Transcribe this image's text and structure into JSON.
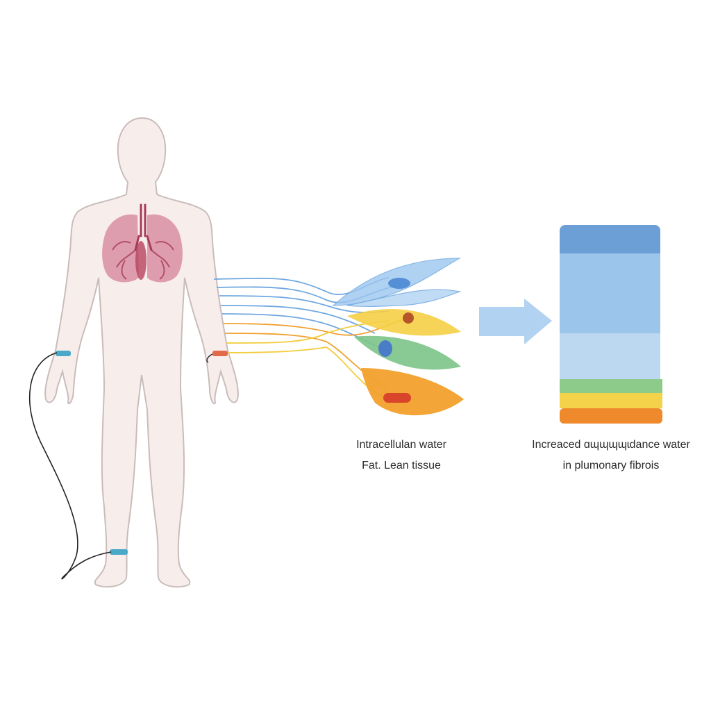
{
  "captions": {
    "middle": {
      "line1": "Intracellulan water",
      "line2": "Fat. Lean tissue"
    },
    "right": {
      "line1": "Increaced ɑɰɰɰɰɩdance water",
      "line2": "in plumonary fibrois"
    }
  },
  "colors": {
    "body_fill": "#f7eeec",
    "body_outline": "#c9bcbb",
    "lung": "#d98ea3",
    "lung_dark": "#a83a59",
    "electrode": "#4aa8c8",
    "electrode_orange": "#e05a3a",
    "line_blue": "#6fa7e0",
    "line_orange": "#f0a030",
    "line_yellow": "#f2cc3a",
    "leaf_blue": "#9cc6ef",
    "leaf_yellow": "#f5cf45",
    "leaf_green": "#7cc488",
    "leaf_orange": "#f2a12c",
    "arrow": "#a9cdee",
    "bar_top": "#6b9fd6",
    "bar_mid": "#9cc5ec",
    "bar_low": "#bcd8f1",
    "bar_green": "#8ccb8a",
    "bar_yellow": "#f4d24a",
    "bar_orange": "#ee8a2c"
  }
}
